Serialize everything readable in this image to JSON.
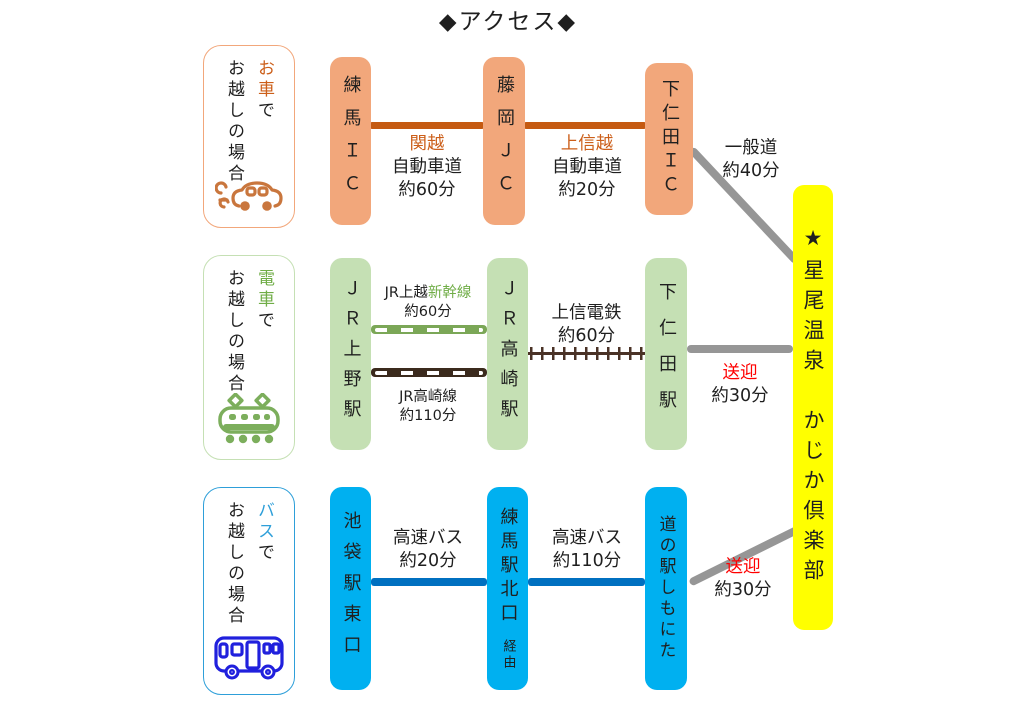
{
  "title": "◆アクセス◆",
  "colors": {
    "ink": "#1f1f1f",
    "car_box": "#F2A77B",
    "car_line": "#C55A11",
    "car_accent": "#CC5F1A",
    "icon_car": "#C9763D",
    "train_box": "#C5E0B4",
    "train_accent": "#70AD47",
    "track_green": "#7BA757",
    "track_dark": "#3B2A1D",
    "rail_dark": "#4A3226",
    "icon_train": "#7CAE5C",
    "bus_box": "#00B0F0",
    "bus_line": "#0070C0",
    "bus_accent": "#2E9FD9",
    "icon_bus": "#2020DD",
    "gray_line": "#969696",
    "red": "#FF0000",
    "dest_bg": "#FFFF00"
  },
  "destination": {
    "label": "★星尾温泉　かじか倶楽部"
  },
  "car": {
    "method_accent": "お車",
    "method_suffix": "で",
    "method_rest": "お越しの場合",
    "node1": "練馬ＩＣ",
    "node2": "藤岡ＪＣ",
    "node3": "下仁田ＩＣ",
    "seg1_name": "関越",
    "seg1_road": "自動車道",
    "seg1_time": "約60分",
    "seg2_name": "上信越",
    "seg2_road": "自動車道",
    "seg2_time": "約20分",
    "seg3_name": "一般道",
    "seg3_time": "約40分"
  },
  "train": {
    "method_accent": "電車",
    "method_suffix": "で",
    "method_rest": "お越しの場合",
    "node1": "ＪＲ上野駅",
    "node2": "ＪＲ高崎駅",
    "node3": "下仁田駅",
    "seg1a_prefix": "JR上越",
    "seg1a_accent": "新幹線",
    "seg1a_time": "約60分",
    "seg1b_name": "JR高崎線",
    "seg1b_time": "約110分",
    "seg2_name": "上信電鉄",
    "seg2_time": "約60分",
    "seg3_name": "送迎",
    "seg3_time": "約30分"
  },
  "bus": {
    "method_accent": "バス",
    "method_suffix": "で",
    "method_rest": "お越しの場合",
    "node1": "池袋駅東口",
    "node2": "練馬駅北口",
    "node2_sub": "経由",
    "node3": "道の駅しもにた",
    "seg1_name": "高速バス",
    "seg1_time": "約20分",
    "seg2_name": "高速バス",
    "seg2_time": "約110分",
    "seg3_name": "送迎",
    "seg3_time": "約30分"
  }
}
